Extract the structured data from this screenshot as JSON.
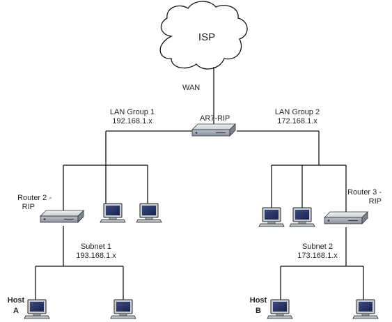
{
  "isp": "ISP",
  "wan": "WAN",
  "core_router": "AR7-RIP",
  "lan_group_1": {
    "name": "LAN Group 1",
    "network": "192.168.1.x"
  },
  "lan_group_2": {
    "name": "LAN Group 2",
    "network": "172.168.1.x"
  },
  "router_2": {
    "line1": "Router 2 -",
    "line2": "RIP"
  },
  "router_3": {
    "line1": "Router 3 -",
    "line2": "RIP"
  },
  "subnet_1": {
    "name": "Subnet 1",
    "network": "193.168.1.x"
  },
  "subnet_2": {
    "name": "Subnet 2",
    "network": "173.168.1.x"
  },
  "host_a": {
    "line1": "Host",
    "line2": "A"
  },
  "host_b": {
    "line1": "Host",
    "line2": "B"
  },
  "colors": {
    "line": "#111111",
    "cloud_fill": "#ffffff",
    "device_fill": "#d8dde2",
    "screen": "#2a3560"
  }
}
